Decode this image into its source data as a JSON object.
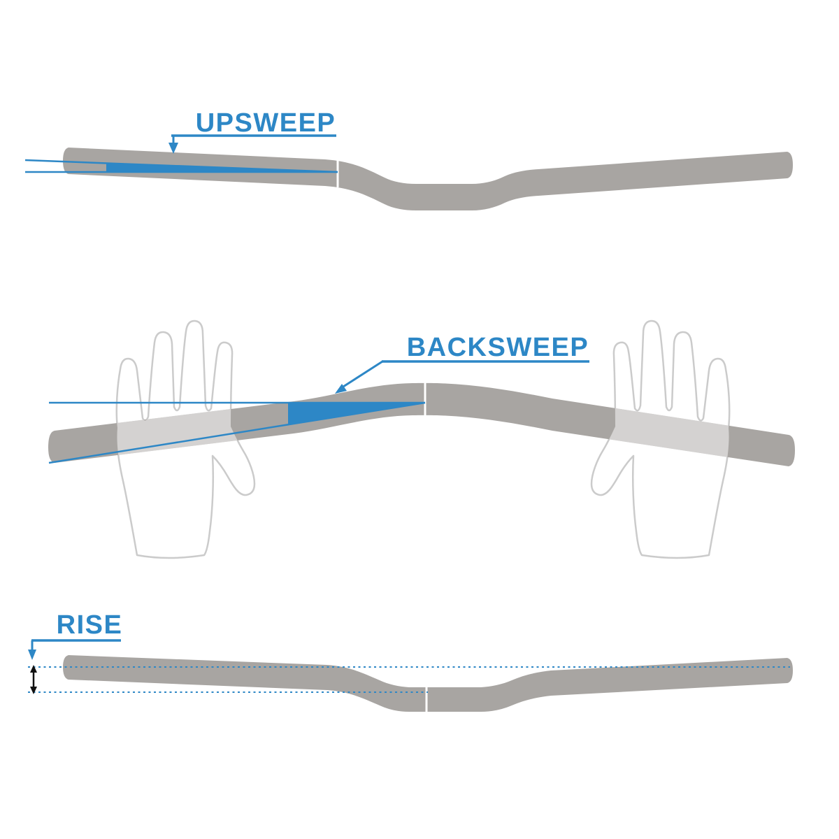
{
  "diagram": {
    "labels": {
      "upsweep": "UPSWEEP",
      "backsweep": "BACKSWEEP",
      "rise": "RISE"
    },
    "colors": {
      "accent_blue": "#2d87c6",
      "bar_gray": "#a8a5a2",
      "hand_outline_gray": "#cbcbcb",
      "rise_marker_black": "#111111",
      "bg": "#ffffff"
    }
  }
}
